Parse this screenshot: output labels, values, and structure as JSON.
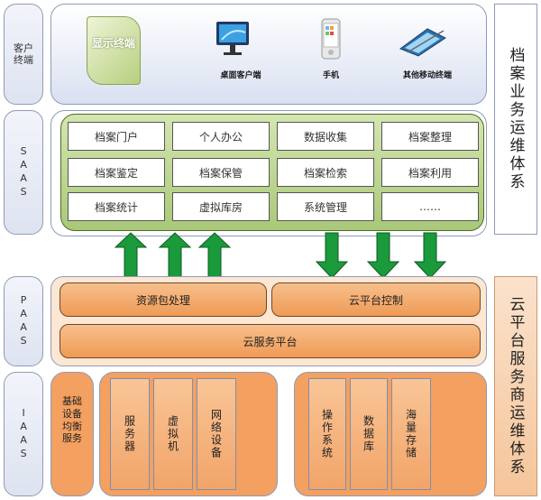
{
  "layers": {
    "client": "客户终端",
    "saas": "SAAS",
    "paas": "PAAS",
    "iaas": "IAAS"
  },
  "clients": [
    {
      "label": "显示终端",
      "icon": "display-terminal-icon"
    },
    {
      "label": "桌面客户端",
      "icon": "desktop-monitor-icon"
    },
    {
      "label": "手机",
      "icon": "mobile-phone-icon"
    },
    {
      "label": "其他移动终端",
      "icon": "tablet-icon"
    }
  ],
  "saas_modules": [
    [
      "档案门户",
      "个人办公",
      "数据收集",
      "档案整理"
    ],
    [
      "档案鉴定",
      "档案保管",
      "档案检索",
      "档案利用"
    ],
    [
      "档案统计",
      "虚拟库房",
      "系统管理",
      "……"
    ]
  ],
  "right_labels": {
    "business_ops": "档案业务运维体系",
    "cloud_ops": "云平台服务商运维体系"
  },
  "paas": {
    "resource": "资源包处理",
    "control": "云平台控制",
    "platform": "云服务平台"
  },
  "iaas": {
    "balance": "基础设备均衡服务",
    "group1": [
      "服务器",
      "虚拟机",
      "网络设备"
    ],
    "group2": [
      "操作系统",
      "数据库",
      "海量存储"
    ]
  },
  "colors": {
    "green_fill": "#a9c878",
    "orange_fill": "#ef9a55",
    "arrow": "#1a9a3a",
    "border": "#8f9bb8"
  }
}
